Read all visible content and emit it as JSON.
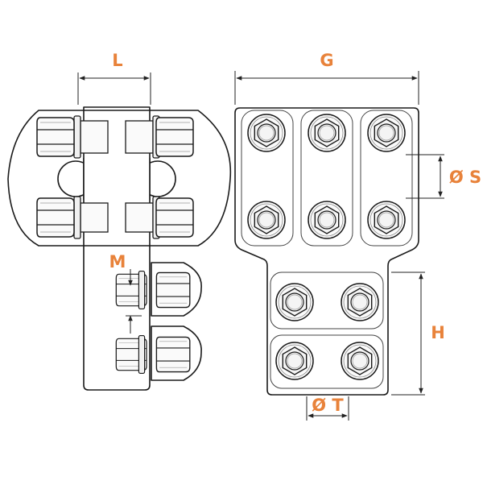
{
  "labels": {
    "L": "L",
    "G": "G",
    "S": "Ø S",
    "M": "M",
    "H": "H",
    "T": "Ø T"
  },
  "colors": {
    "label": "#E8823A",
    "line": "#1a1a1a",
    "background": "#ffffff"
  },
  "icons": {
    "bolt": "hex-bolt-icon",
    "nut": "hex-nut-icon"
  }
}
